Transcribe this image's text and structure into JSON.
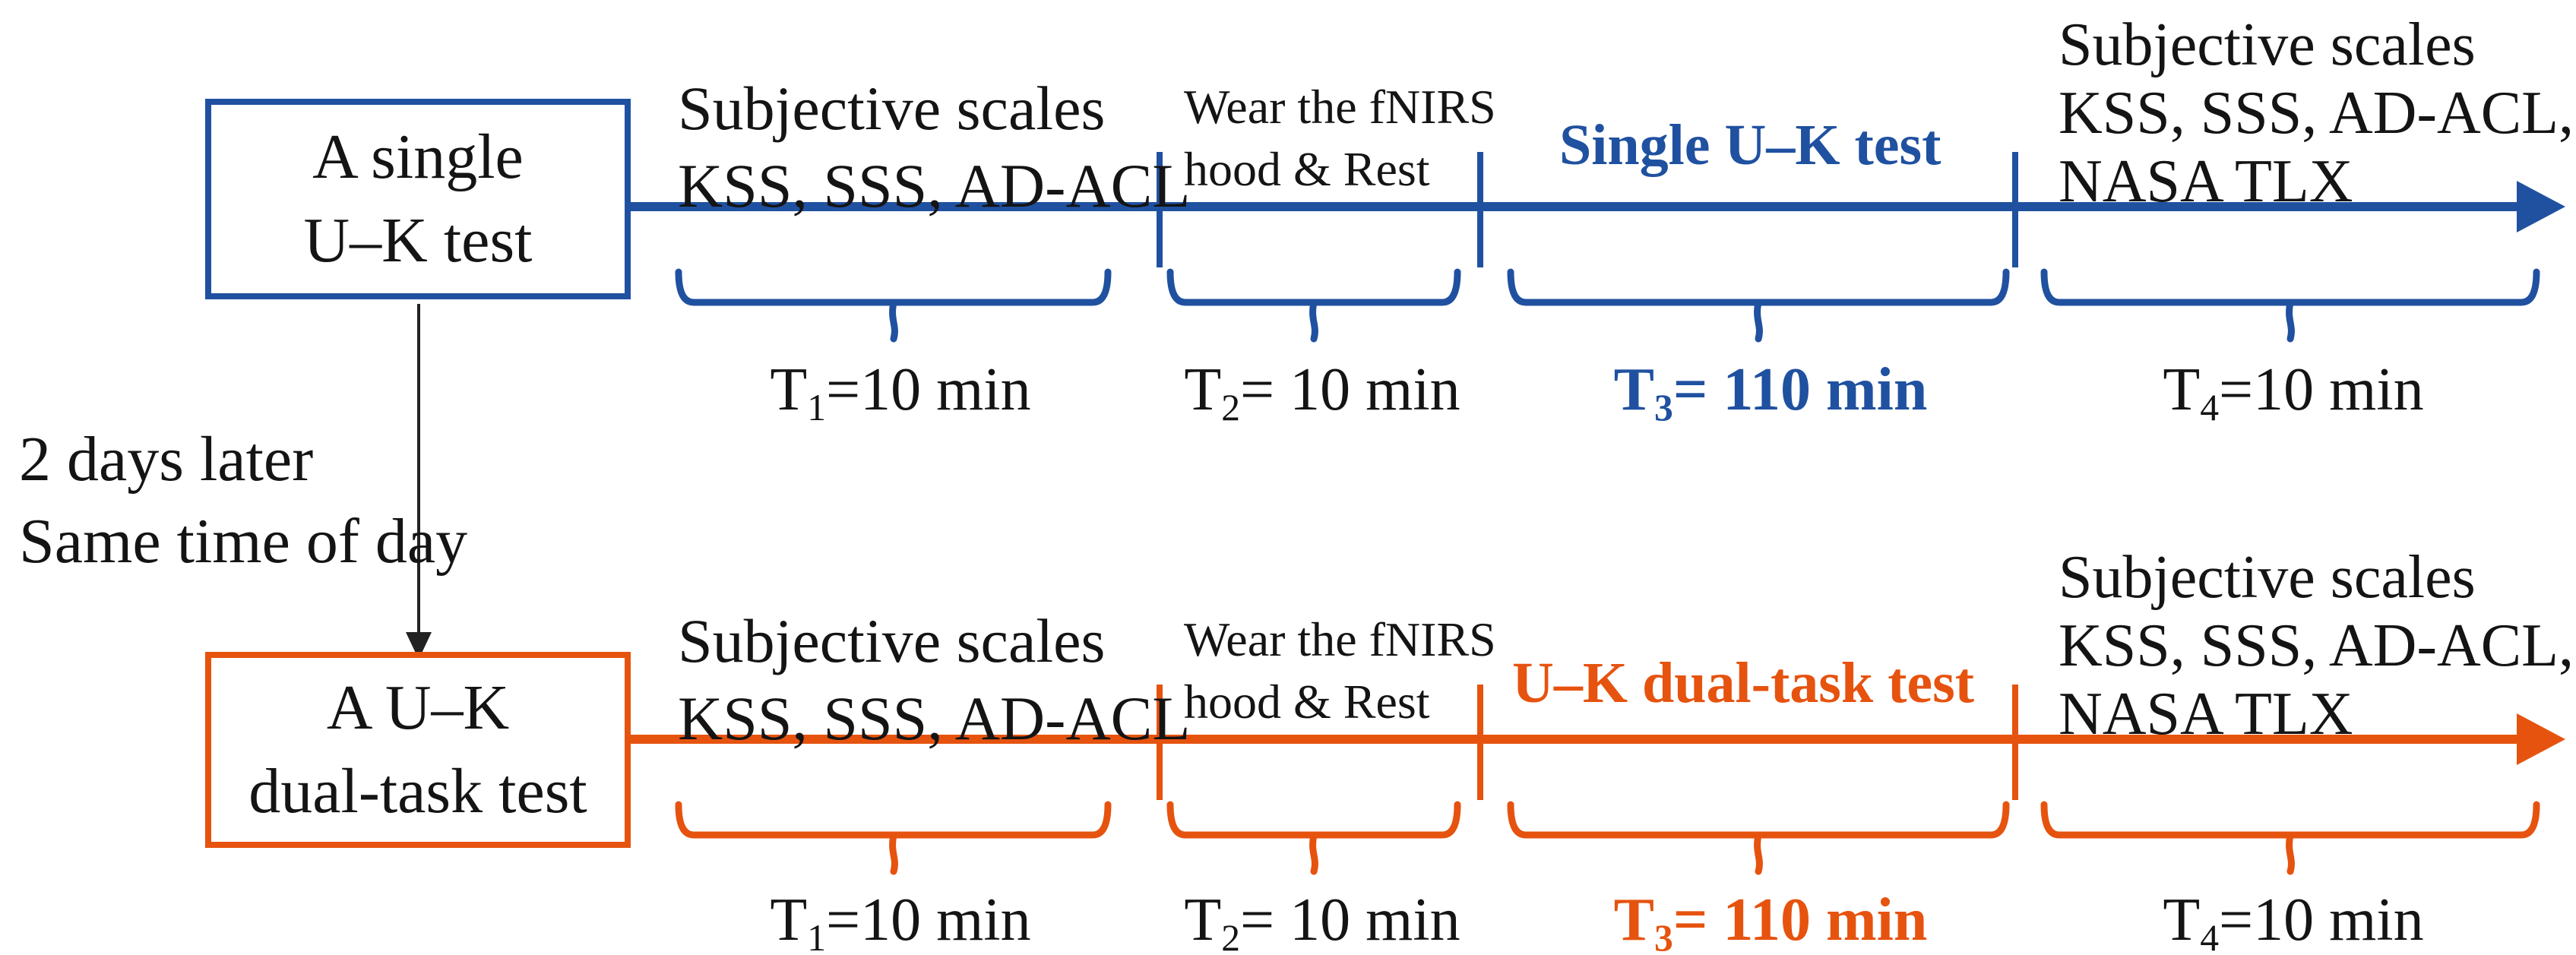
{
  "colors": {
    "blue": "#2051a0",
    "orange": "#e6530f",
    "text": "#141414",
    "background": "#ffffff"
  },
  "transition": {
    "line1": "2 days later",
    "line2": "Same time of day"
  },
  "sessions": [
    {
      "name": "single",
      "box": {
        "line1": "A single",
        "line2": "U–K test"
      },
      "phases": {
        "p1": {
          "line1": "Subjective scales",
          "line2": "KSS, SSS, AD-ACL"
        },
        "p2": {
          "line1": "Wear the fNIRS",
          "line2": "hood & Rest"
        },
        "p3": {
          "label": "Single U–K test"
        },
        "p4": {
          "line1": "Subjective scales",
          "line2": "KSS, SSS, AD-ACL,",
          "line3": "NASA TLX"
        }
      },
      "durations": {
        "t1": {
          "base": "T",
          "sub": "1",
          "value": "=10 min"
        },
        "t2": {
          "base": "T",
          "sub": "2",
          "value": "= 10 min"
        },
        "t3": {
          "base": "T",
          "sub": "3",
          "value": "= 110 min"
        },
        "t4": {
          "base": "T",
          "sub": "4",
          "value": "=10 min"
        }
      }
    },
    {
      "name": "dual",
      "box": {
        "line1": "A U–K",
        "line2": "dual-task test"
      },
      "phases": {
        "p1": {
          "line1": "Subjective scales",
          "line2": "KSS, SSS, AD-ACL"
        },
        "p2": {
          "line1": "Wear the fNIRS",
          "line2": "hood & Rest"
        },
        "p3": {
          "label": "U–K dual-task test"
        },
        "p4": {
          "line1": "Subjective scales",
          "line2": "KSS, SSS, AD-ACL,",
          "line3": "NASA TLX"
        }
      },
      "durations": {
        "t1": {
          "base": "T",
          "sub": "1",
          "value": "=10 min"
        },
        "t2": {
          "base": "T",
          "sub": "2",
          "value": "= 10 min"
        },
        "t3": {
          "base": "T",
          "sub": "3",
          "value": "= 110 min"
        },
        "t4": {
          "base": "T",
          "sub": "4",
          "value": "=10 min"
        }
      }
    }
  ]
}
